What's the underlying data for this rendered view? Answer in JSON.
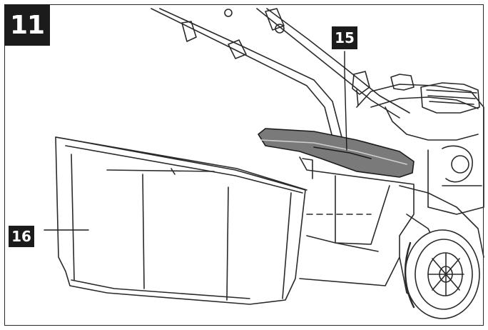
{
  "figure": {
    "number": "11"
  },
  "callouts": [
    {
      "id": "15",
      "part": "bag-mounting-flap"
    },
    {
      "id": "16",
      "part": "grass-catcher-bag"
    }
  ],
  "colors": {
    "ink": "#1b1b1b",
    "line": "#2a2a2a",
    "highlight": "#7a7a7a",
    "background": "#ffffff"
  }
}
